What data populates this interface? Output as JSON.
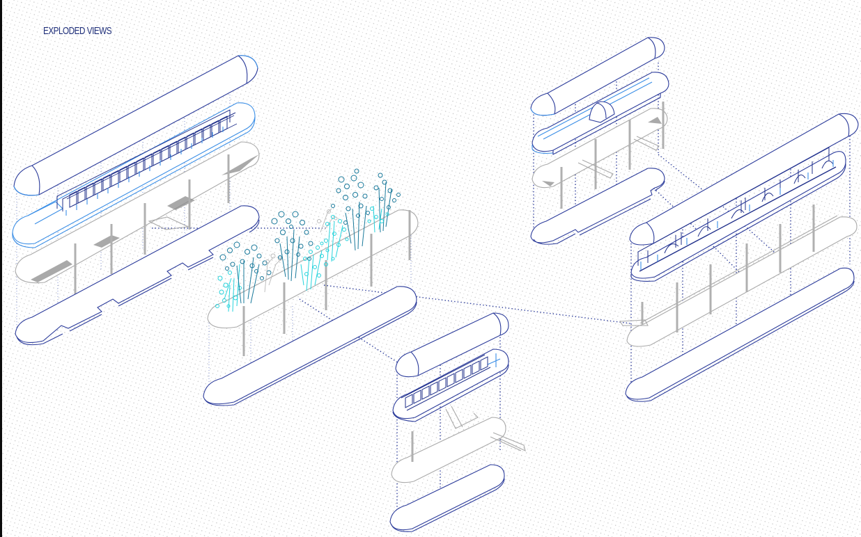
{
  "title": "EXPLODED VIEWS",
  "colors": {
    "background": "#ffffff",
    "dot_pattern": "#c4c4c4",
    "left_strip": "#0b0b0b",
    "title": "#1f2f7a",
    "navy_line": "#2a3a9a",
    "sky_line": "#3a8ee6",
    "grey_line": "#a9a9a9",
    "tree_dark": "#17789a",
    "tree_light": "#25d3dc"
  },
  "views": [
    {
      "id": "left-barge",
      "layers": [
        "roof-shell",
        "cabin-module-row",
        "deck-frame-with-posts",
        "stepped-hull-base"
      ]
    },
    {
      "id": "garden-barge",
      "layers": [
        "tree-planting-deck",
        "hull-base"
      ]
    },
    {
      "id": "small-barge",
      "layers": [
        "roof-shell",
        "cabin-module-row",
        "deck-frame-with-beams",
        "hull-base"
      ]
    },
    {
      "id": "top-right-barge",
      "layers": [
        "roof-shell",
        "open-hull-with-dome",
        "deck-frame-with-beams",
        "notched-hull-base"
      ]
    },
    {
      "id": "right-barge",
      "layers": [
        "roof-shell",
        "vaulted-cabin-row",
        "deck-frame-with-posts",
        "hull-base"
      ]
    }
  ]
}
